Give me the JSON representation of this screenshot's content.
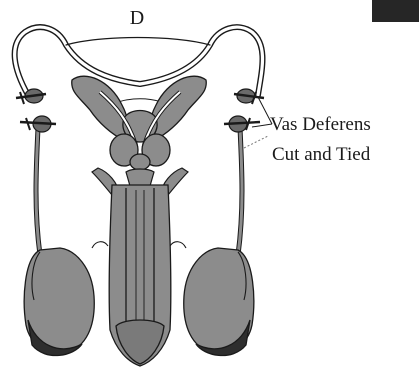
{
  "diagram": {
    "label_d": "D",
    "label_vas_line1": "Vas Deferens",
    "label_vas_line2": "Cut and Tied"
  },
  "colors": {
    "organ_fill": "#8c8c8c",
    "organ_dark": "#4a4a4a",
    "outline": "#1a1a1a",
    "duct": "#ffffff",
    "corner_block": "#262626"
  }
}
